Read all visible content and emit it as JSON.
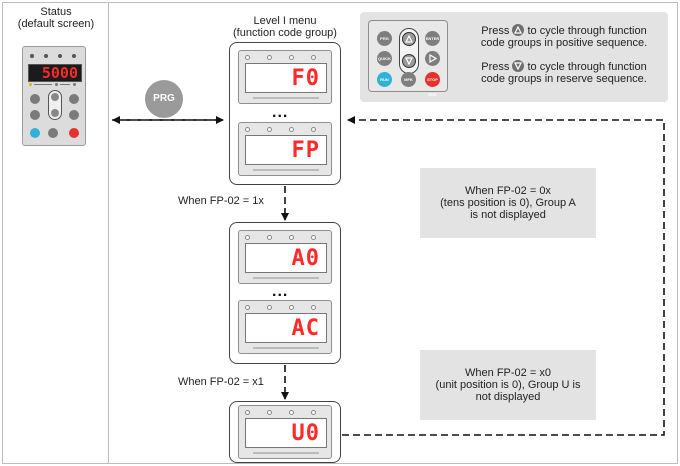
{
  "status": {
    "title": "Status",
    "subtitle": "(default screen)",
    "display_value": "5000"
  },
  "level1": {
    "title": "Level I menu",
    "subtitle": "(function code group)"
  },
  "prg_label": "PRG",
  "info": {
    "keys": {
      "prg": "PRG",
      "quick": "QUICK",
      "run": "RUN",
      "mfk": "MFK",
      "enter": "ENTER",
      "stop": "STOP RES"
    },
    "line1_a": "Press",
    "line1_b": "to cycle through function",
    "line1_c": "code groups in positive sequence.",
    "line2_a": "Press",
    "line2_b": "to cycle through function",
    "line2_c": "code groups in reserve sequence."
  },
  "panels": [
    {
      "code": "F0"
    },
    {
      "code": "FP"
    },
    {
      "code": "A0"
    },
    {
      "code": "AC"
    },
    {
      "code": "U0"
    }
  ],
  "ellipsis": "...",
  "conditions": {
    "fp_1x": "When FP-02 = 1x",
    "fp_x1": "When FP-02 = x1"
  },
  "notes": {
    "a_line1": "When FP-02 = 0x",
    "a_line2": "(tens position is 0), Group A",
    "a_line3": "is not displayed",
    "u_line1": "When FP-02 = x0",
    "u_line2": "(unit position is 0), Group U is",
    "u_line3": "not displayed"
  },
  "colors": {
    "display_red": "#ff2a2a",
    "run_key": "#2fb2d6",
    "stop_key": "#e8312a",
    "note_bg": "#e3e3e3"
  }
}
